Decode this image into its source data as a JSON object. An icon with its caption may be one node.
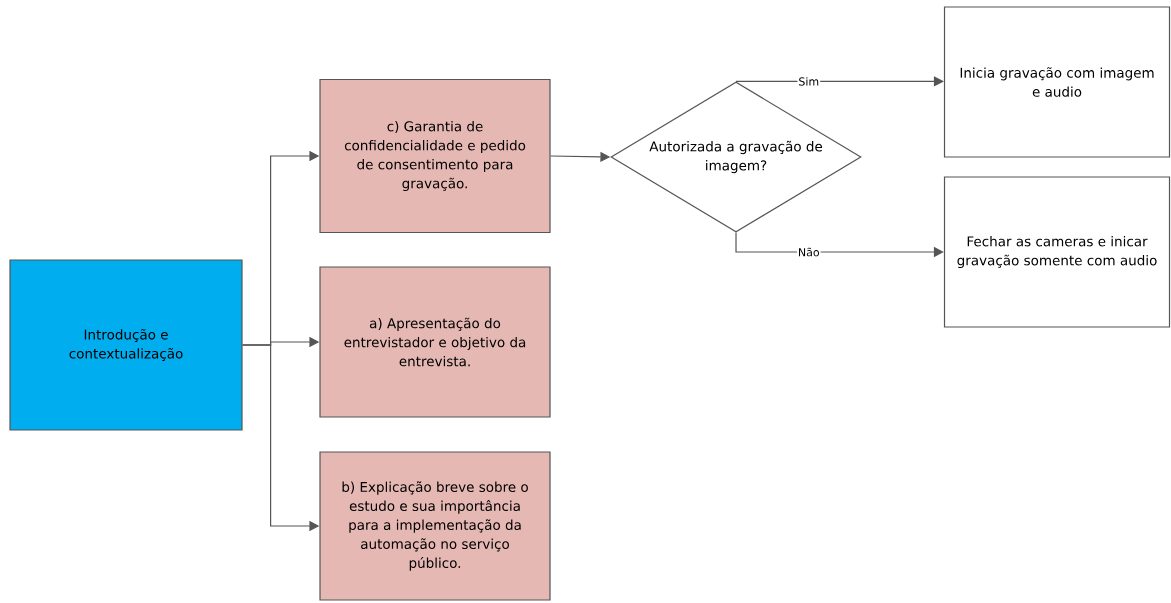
{
  "diagram": {
    "nodes": [
      {
        "text": [
          "Introdução e contextualização"
        ]
      },
      {
        "text": [
          "c) Garantia de confidencialidade e pedido de consentimento para gravação."
        ]
      },
      {
        "text": [
          "a) Apresentação do entrevistador e objetivo da entrevista."
        ]
      },
      {
        "text": [
          "b) Explicação breve sobre o estudo e sua importância para a implementação da automação no serviço público."
        ]
      },
      {
        "text": [
          "Autorizada a gravação de imagem?"
        ]
      },
      {
        "text": [
          "Inicia gravação com imagem e audio"
        ]
      },
      {
        "text": [
          "Fechar as cameras e inicar gravação somente com audio"
        ]
      }
    ],
    "edges": [
      {
        "from": 0,
        "to": 1,
        "arrow": "to"
      },
      {
        "from": 0,
        "to": 2,
        "arrow": "to"
      },
      {
        "from": 0,
        "to": 3,
        "arrow": "to"
      },
      {
        "from": 1,
        "to": 4,
        "arrow": "to"
      },
      {
        "from": 4,
        "to": 5,
        "arrow": "to",
        "label": "Sim"
      },
      {
        "from": 4,
        "to": 6,
        "arrow": "to",
        "label": "Não"
      }
    ]
  }
}
